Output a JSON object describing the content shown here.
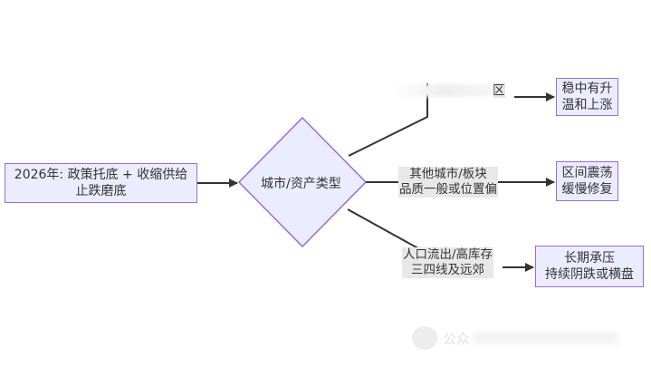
{
  "start": {
    "line1": "2026年: 政策托底 + 收缩供给",
    "line2": "止跌磨底"
  },
  "decision": {
    "label": "城市/资产类型"
  },
  "branches": [
    {
      "condition": "区",
      "result_line1": "稳中有升",
      "result_line2": "温和上涨"
    },
    {
      "condition_line1": "其他城市/板块",
      "condition_line2": "品质一般或位置偏",
      "result_line1": "区间震荡",
      "result_line2": "缓慢修复"
    },
    {
      "condition_line1": "人口流出/高库存",
      "condition_line2": "三四线及远郊",
      "result_line1": "长期承压",
      "result_line2": "持续阴跌或横盘"
    }
  ],
  "watermark": {
    "text": "公众"
  },
  "colors": {
    "node_fill": "#ECECFF",
    "node_border": "#9370DB",
    "edge": "#333333"
  }
}
